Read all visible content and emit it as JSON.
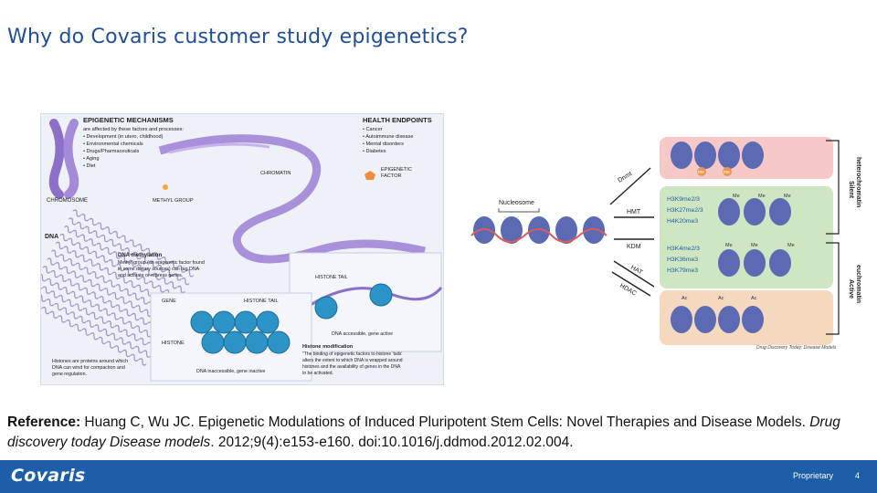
{
  "slide": {
    "title": "Why do Covaris customer study epigenetics?",
    "page_number": "4",
    "confidential_label": "Proprietary",
    "logo_text": "Covaris"
  },
  "figure_left": {
    "heading_mechanisms": "EPIGENETIC MECHANISMS",
    "mechanisms_intro_1": "are affected by these factors and processes:",
    "mechanisms_items": [
      "• Development (in utero, childhood)",
      "• Environmental chemicals",
      "• Drugs/Pharmaceuticals",
      "• Aging",
      "• Diet"
    ],
    "heading_health": "HEALTH ENDPOINTS",
    "health_items": [
      "• Cancer",
      "• Autoimmune disease",
      "• Mental disorders",
      "• Diabetes"
    ],
    "label_chromosome": "CHROMOSOME",
    "label_chromatin": "CHROMATIN",
    "label_methyl": "METHYL GROUP",
    "label_epi_factor_1": "EPIGENETIC",
    "label_epi_factor_2": "FACTOR",
    "label_dna": "DNA",
    "label_gene": "GENE",
    "label_histone_tail": "HISTONE TAIL",
    "label_histone_tail_2": "HISTONE TAIL",
    "label_histone": "HISTONE",
    "label_dna_accessible": "DNA accessible, gene active",
    "label_dna_inaccessible": "DNA inaccessible, gene inactive",
    "methylation_title": "DNA methylation",
    "methylation_text": [
      "Methyl group (an epigenetic factor found",
      "in some dietary sources) can tag DNA",
      "and activate or repress genes."
    ],
    "histone_mod_title": "Histone modification",
    "histone_mod_text": [
      "\"The binding of epigenetic factors to histone 'tails'",
      "alters the extent to which DNA is wrapped around",
      "histones and the availability of genes in the DNA",
      "to be activated."
    ],
    "histone_note": [
      "Histones are proteins around which",
      "DNA can wind for compaction and",
      "gene regulation."
    ]
  },
  "figure_right": {
    "label_nucleosome": "Nucleosome",
    "arrow_labels": [
      "Dnmt",
      "HMT",
      "KDM",
      "HAT",
      "HDAC"
    ],
    "silent_marks": [
      "H3K9me2/3",
      "H3K27me2/3",
      "H4K20me3"
    ],
    "active_marks": [
      "H3K4me2/3",
      "H3K36me3",
      "H3K79me3"
    ],
    "bracket_silent_1": "Silent",
    "bracket_silent_2": "heterochromatin",
    "bracket_active_1": "Active",
    "bracket_active_2": "euchromatin",
    "mark_me": "me",
    "mark_Me": "Me",
    "mark_Ac": "Ac",
    "credit": "Drug Discovery Today: Disease Models"
  },
  "reference": {
    "label": "Reference:",
    "text": " Huang C, Wu JC. Epigenetic Modulations of Induced Pluripotent Stem Cells: Novel Therapies and Disease Models. ",
    "journal": "Drug discovery today Disease models",
    "tail": ". 2012;9(4):e153-e160. doi:10.1016/j.ddmod.2012.02.004."
  },
  "colors": {
    "title": "#1f4e99",
    "footer": "#1d5ea8",
    "histone": "#2d94c8",
    "nucleosome": "#5c6ab3",
    "silent_box": "#f6c9c8",
    "methyl_box": "#cfe6c2",
    "active_box": "#f5d9bf"
  }
}
